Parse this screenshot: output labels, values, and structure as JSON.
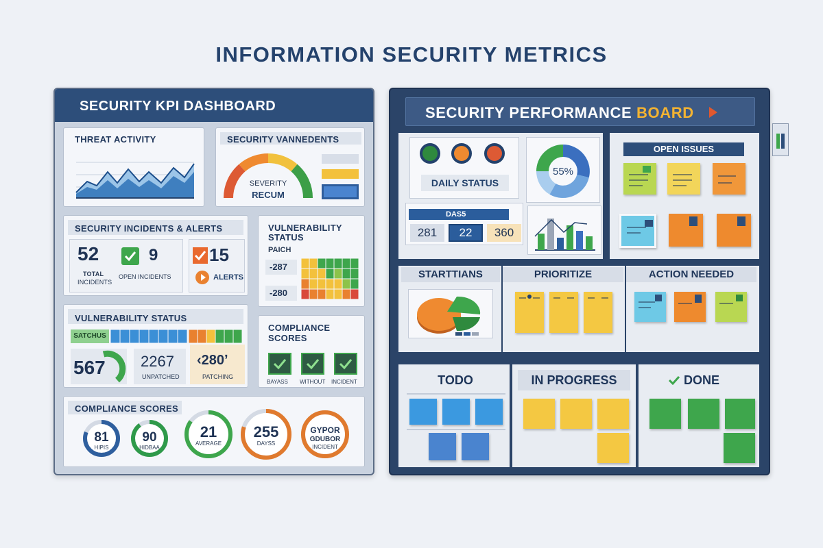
{
  "page_title": "INFORMATION SECURITY METRICS",
  "left_board": {
    "title": "SECURITY KPI DASHBOARD",
    "threat_activity": {
      "title": "THREAT ACTIVITY"
    },
    "severity_card": {
      "title": "SECURITY VANNEDENTS",
      "gauge_label_1": "SEVERITY",
      "gauge_label_2": "RECUM"
    },
    "incidents": {
      "title": "SECURITY INCIDENTS & ALERTS",
      "total_value": "52",
      "total_label_1": "TOTAL",
      "total_label_2": "INCIDENTS",
      "open_value": "9",
      "open_label": "OPEN INCIDENTS",
      "alerts_value": "15",
      "alerts_label": "ALERTS"
    },
    "vuln_status_small": {
      "title_1": "VULNERABILITY",
      "title_2": "STATUS",
      "sub": "PAICH",
      "row1": "-287",
      "row2": "-280"
    },
    "vuln_status_large": {
      "title": "VULNERABILITY STATUS",
      "chip": "SATCHUS",
      "big_value": "567",
      "mid_value": "2267",
      "mid_label": "UNPATCHED",
      "right_value": "‹280ʼ",
      "right_label": "PATCHING"
    },
    "compliance_small": {
      "title_1": "COMPLIANCE",
      "title_2": "SCORES",
      "labels": [
        "BAYASS",
        "WITHOUT",
        "INCIDENT"
      ]
    },
    "compliance_scores": {
      "title": "COMPLIANCE SCORES",
      "rings": [
        {
          "value": "81",
          "label": "HIPIS",
          "fraction": 0.81,
          "color": "#2f5f9e"
        },
        {
          "value": "90",
          "label": "HIDBAA",
          "fraction": 0.9,
          "color": "#2f9a4a"
        },
        {
          "value": "21",
          "label": "AVERAGE",
          "fraction": 0.85,
          "color": "#3ea64c"
        },
        {
          "value": "255",
          "label": "DAYSS",
          "fraction": 0.8,
          "color": "#e07a2e"
        },
        {
          "value": "GYPOR",
          "label": "GDUBOR",
          "label2": "INCIDENT",
          "fraction": 1.0,
          "color": "#e07a2e"
        }
      ]
    }
  },
  "right_board": {
    "title_main": "SECURITY PERFORMANCE",
    "title_accent": "BOARD",
    "daily_status": "DAILY STATUS",
    "donut_value": "55%",
    "open_issues": "OPEN ISSUES",
    "days_label": "DAS5",
    "days_values": [
      "281",
      "22",
      "360"
    ],
    "lanes": [
      "STARTTIANS",
      "PRIORITIZE",
      "ACTION NEEDED"
    ],
    "kanban": [
      "TODO",
      "IN PROGRESS",
      "DONE"
    ]
  },
  "colors": {
    "navy": "#2d4e7a",
    "green": "#3ea64c",
    "orange": "#e9812f",
    "yellow": "#f3c84a",
    "red": "#d9493b",
    "blue": "#3b8fd6"
  }
}
